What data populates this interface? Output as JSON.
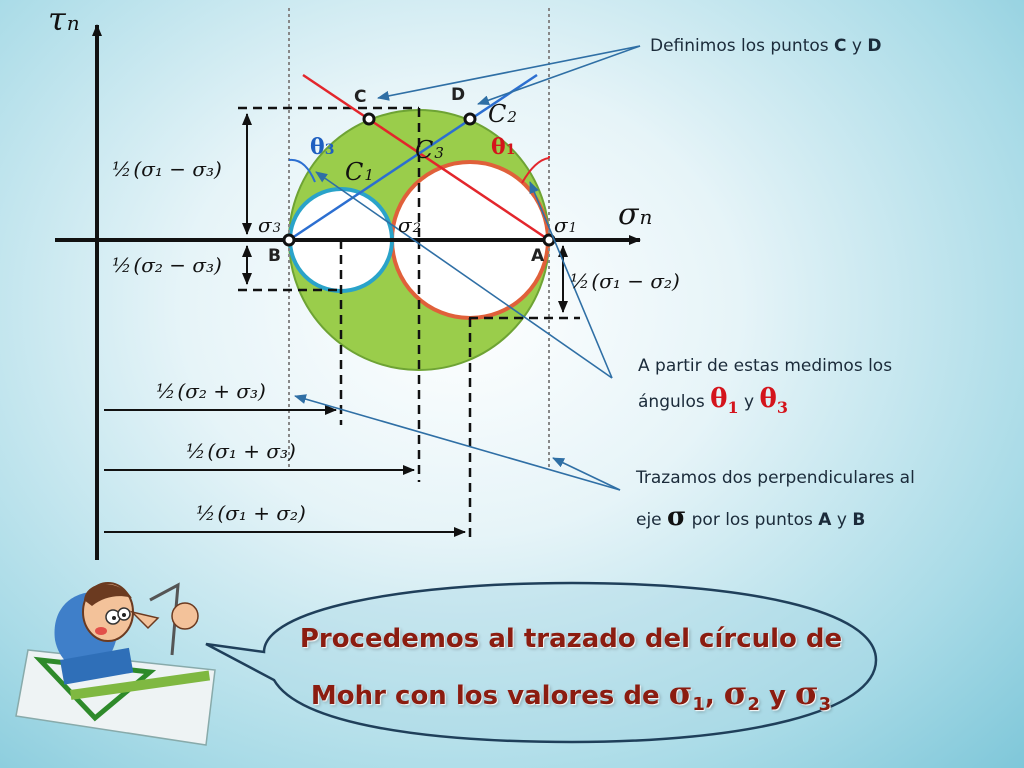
{
  "axes": {
    "tau_symbol": "τ",
    "tau_sub": "n",
    "sigma_symbol": "σ",
    "sigma_sub": "n"
  },
  "points": {
    "A": "A",
    "B": "B",
    "C": "C",
    "D": "D"
  },
  "circle_labels": {
    "c1": "C",
    "c1_sub": "1",
    "c2": "C",
    "c2_sub": "2",
    "c3": "C",
    "c3_sub": "3"
  },
  "sigma_labels": {
    "s1": "σ",
    "s1_sub": "1",
    "s2": "σ",
    "s2_sub": "2",
    "s3": "σ",
    "s3_sub": "3"
  },
  "angles": {
    "theta1": "θ",
    "theta1_sub": "1",
    "theta3": "θ",
    "theta3_sub": "3"
  },
  "dimensions": {
    "half": "½",
    "left_upper": "(σ₁ − σ₃)",
    "left_lower": "(σ₂ − σ₃)",
    "right": "(σ₁ − σ₂)",
    "bottom_1": "(σ₂ + σ₃)",
    "bottom_2": "(σ₁ + σ₃)",
    "bottom_3": "(σ₁ + σ₂)"
  },
  "notes": {
    "n1_text": "Definimos los puntos ",
    "n1_c": "C",
    "n1_y": " y ",
    "n1_d": "D",
    "n2_line1": "A partir de estas medimos los",
    "n2_line2": "ángulos ",
    "n2_th1": "θ",
    "n2_th1_sub": "1",
    "n2_y": " y ",
    "n2_th3": "θ",
    "n2_th3_sub": "3",
    "n3_line1": "Trazamos dos perpendiculares al",
    "n3_eje": "eje ",
    "n3_sigma": "σ",
    "n3_rest": " por los puntos ",
    "n3_a": "A",
    "n3_y": " y ",
    "n3_b": "B"
  },
  "bubble": {
    "line1": "Procedemos al trazado del círculo de",
    "line2_pre": "Mohr con los valores de ",
    "sig": "σ",
    "s1": "1",
    "comma": ", ",
    "s2": "2",
    "y": " y ",
    "s3": "3"
  },
  "colors": {
    "outer_circle": "#9acd4b",
    "c2_circle": "#e0603a",
    "c1_circle": "#2aa3c9",
    "red_line": "#e3262c",
    "blue_line": "#2c6fd1",
    "bubble_text": "#8b1c10"
  }
}
